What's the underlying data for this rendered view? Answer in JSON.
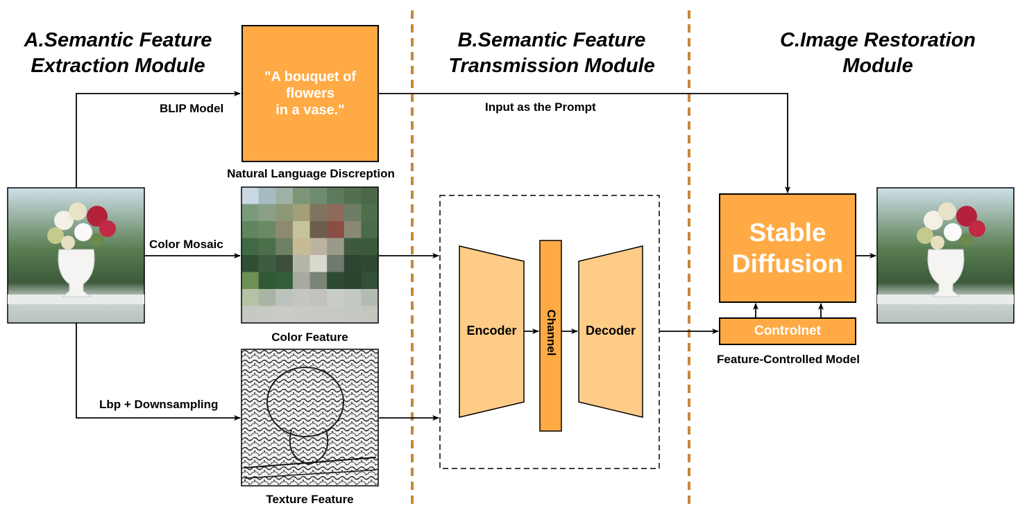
{
  "headings": {
    "section_a": "A.Semantic Feature\nExtraction Module",
    "section_b": "B.Semantic Feature\nTransmission Module",
    "section_c": "C.Image Restoration\nModule"
  },
  "labels": {
    "blip_model": "BLIP Model",
    "color_mosaic": "Color Mosaic",
    "lbp_downsampling": "Lbp + Downsampling",
    "natural_language_description": "Natural Language Discreption",
    "color_feature": "Color Feature",
    "texture_feature": "Texture Feature",
    "input_as_prompt": "Input as the Prompt",
    "feature_controlled_model": "Feature-Controlled Model"
  },
  "caption_text": "\"A bouquet of\nflowers\nin a vase.\"",
  "blocks": {
    "encoder": "Encoder",
    "channel": "Channel",
    "decoder": "Decoder",
    "stable_diffusion": "Stable\nDiffusion",
    "controlnet": "Controlnet"
  },
  "colors": {
    "accent_orange": "#FFAA44",
    "light_orange": "#FFCC88",
    "divider_brown": "#C8863A"
  },
  "mosaic_colors": [
    [
      "#c8d8e4",
      "#a7bcc0",
      "#9fb0a6",
      "#7d9678",
      "#6e8c70",
      "#5d7a5b",
      "#52704f",
      "#4a6848"
    ],
    [
      "#7a9a7c",
      "#8aa188",
      "#8c9777",
      "#a39f77",
      "#7e7560",
      "#8d6a5a",
      "#6f7d66",
      "#4f6e4c"
    ],
    [
      "#5f8660",
      "#6a8a66",
      "#8f8a6d",
      "#c5c39a",
      "#6e5e4e",
      "#8a4e44",
      "#8a8a74",
      "#4a6a48"
    ],
    [
      "#3f6a45",
      "#4c6f4a",
      "#6e7f62",
      "#c7bb96",
      "#bcb3a0",
      "#9a9a8a",
      "#3d5a3e",
      "#3b5a3c"
    ],
    [
      "#2f4f34",
      "#3f5c3f",
      "#3a4e3a",
      "#b4b6a8",
      "#d8d9cf",
      "#6f7a6c",
      "#2c4530",
      "#2f4a33"
    ],
    [
      "#6f9054",
      "#2f5a34",
      "#335f38",
      "#a6aaa0",
      "#7a8474",
      "#2e4a31",
      "#2a432d",
      "#33503a"
    ],
    [
      "#b6c2a6",
      "#a8b4a4",
      "#bcc2bc",
      "#c5c6c4",
      "#c2c2bc",
      "#c9cdc8",
      "#c3c8c2",
      "#b4bbb2"
    ],
    [
      "#c6c9c2",
      "#c8cac4",
      "#cacac6",
      "#c9cac6",
      "#c8c9c4",
      "#c7c9c3",
      "#c6c8c2",
      "#c4c6c0"
    ]
  ]
}
